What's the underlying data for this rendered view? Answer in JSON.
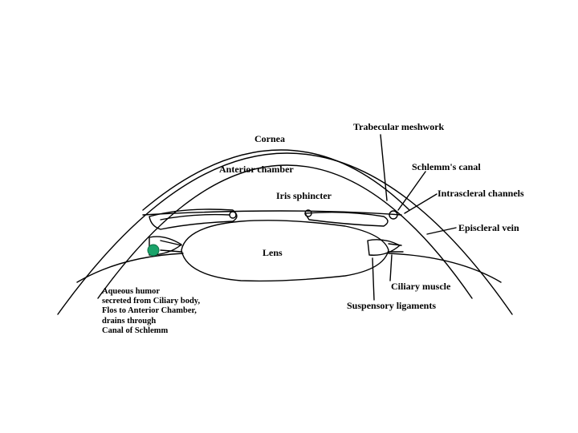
{
  "labels": {
    "cornea": "Cornea",
    "trabecular": "Trabecular meshwork",
    "anterior_chamber": "Anterior chamber",
    "schlemm": "Schlemm's canal",
    "iris_sphincter": "Iris sphincter",
    "intrascleral": "Intrascleral channels",
    "episcleral": "Episcleral vein",
    "lens": "Lens",
    "ciliary_muscle": "Ciliary muscle",
    "suspensory": "Suspensory ligaments"
  },
  "note": {
    "lines": [
      "Aqueous humor",
      "secreted from Ciliary body,",
      "Flos to Anterior Chamber,",
      "drains through",
      "Canal of Schlemm"
    ]
  },
  "colors": {
    "line": "#000000",
    "marker": "#1aa36a",
    "background": "#ffffff"
  }
}
